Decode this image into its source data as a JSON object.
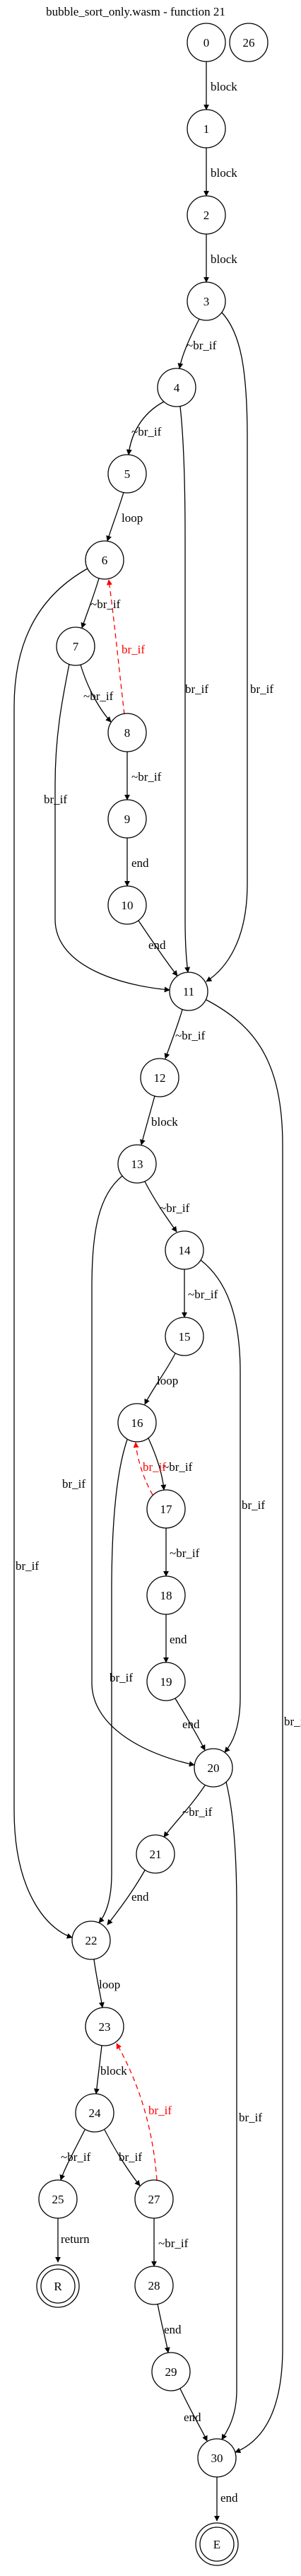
{
  "title": "bubble_sort_only.wasm - function 21",
  "colors": {
    "normal": "#000000",
    "back_edge": "#ff0000"
  },
  "nodes": [
    {
      "id": "0",
      "label": "0"
    },
    {
      "id": "26",
      "label": "26"
    },
    {
      "id": "1",
      "label": "1"
    },
    {
      "id": "2",
      "label": "2"
    },
    {
      "id": "3",
      "label": "3"
    },
    {
      "id": "4",
      "label": "4"
    },
    {
      "id": "5",
      "label": "5"
    },
    {
      "id": "6",
      "label": "6"
    },
    {
      "id": "7",
      "label": "7"
    },
    {
      "id": "8",
      "label": "8"
    },
    {
      "id": "9",
      "label": "9"
    },
    {
      "id": "10",
      "label": "10"
    },
    {
      "id": "11",
      "label": "11"
    },
    {
      "id": "12",
      "label": "12"
    },
    {
      "id": "13",
      "label": "13"
    },
    {
      "id": "14",
      "label": "14"
    },
    {
      "id": "15",
      "label": "15"
    },
    {
      "id": "16",
      "label": "16"
    },
    {
      "id": "17",
      "label": "17"
    },
    {
      "id": "18",
      "label": "18"
    },
    {
      "id": "19",
      "label": "19"
    },
    {
      "id": "20",
      "label": "20"
    },
    {
      "id": "21",
      "label": "21"
    },
    {
      "id": "22",
      "label": "22"
    },
    {
      "id": "23",
      "label": "23"
    },
    {
      "id": "24",
      "label": "24"
    },
    {
      "id": "25",
      "label": "25"
    },
    {
      "id": "27",
      "label": "27"
    },
    {
      "id": "28",
      "label": "28"
    },
    {
      "id": "29",
      "label": "29"
    },
    {
      "id": "30",
      "label": "30"
    },
    {
      "id": "R",
      "label": "R",
      "terminal": true
    },
    {
      "id": "E",
      "label": "E",
      "terminal": true
    }
  ],
  "edges": [
    {
      "from": "0",
      "to": "1",
      "label": "block"
    },
    {
      "from": "1",
      "to": "2",
      "label": "block"
    },
    {
      "from": "2",
      "to": "3",
      "label": "block"
    },
    {
      "from": "3",
      "to": "4",
      "label": "~br_if"
    },
    {
      "from": "3",
      "to": "11",
      "label": "br_if"
    },
    {
      "from": "4",
      "to": "5",
      "label": "~br_if"
    },
    {
      "from": "4",
      "to": "11",
      "label": "br_if"
    },
    {
      "from": "5",
      "to": "6",
      "label": "loop"
    },
    {
      "from": "6",
      "to": "7",
      "label": "~br_if"
    },
    {
      "from": "6",
      "to": "22",
      "label": "br_if"
    },
    {
      "from": "7",
      "to": "8",
      "label": "~br_if"
    },
    {
      "from": "7",
      "to": "11",
      "label": "br_if"
    },
    {
      "from": "8",
      "to": "6",
      "label": "br_if",
      "back": true
    },
    {
      "from": "8",
      "to": "9",
      "label": "~br_if"
    },
    {
      "from": "9",
      "to": "10",
      "label": "end"
    },
    {
      "from": "10",
      "to": "11",
      "label": "end"
    },
    {
      "from": "11",
      "to": "12",
      "label": "~br_if"
    },
    {
      "from": "11",
      "to": "30",
      "label": "br_if"
    },
    {
      "from": "12",
      "to": "13",
      "label": "block"
    },
    {
      "from": "13",
      "to": "14",
      "label": "~br_if"
    },
    {
      "from": "13",
      "to": "20",
      "label": "br_if"
    },
    {
      "from": "14",
      "to": "15",
      "label": "~br_if"
    },
    {
      "from": "14",
      "to": "20",
      "label": "br_if"
    },
    {
      "from": "15",
      "to": "16",
      "label": "loop"
    },
    {
      "from": "16",
      "to": "17",
      "label": "~br_if"
    },
    {
      "from": "16",
      "to": "22",
      "label": "br_if"
    },
    {
      "from": "17",
      "to": "16",
      "label": "br_if",
      "back": true
    },
    {
      "from": "17",
      "to": "18",
      "label": "~br_if"
    },
    {
      "from": "18",
      "to": "19",
      "label": "end"
    },
    {
      "from": "19",
      "to": "20",
      "label": "end"
    },
    {
      "from": "20",
      "to": "21",
      "label": "~br_if"
    },
    {
      "from": "20",
      "to": "30",
      "label": "br_if"
    },
    {
      "from": "21",
      "to": "22",
      "label": "end"
    },
    {
      "from": "22",
      "to": "23",
      "label": "loop"
    },
    {
      "from": "23",
      "to": "24",
      "label": "block"
    },
    {
      "from": "24",
      "to": "25",
      "label": "~br_if"
    },
    {
      "from": "24",
      "to": "27",
      "label": "br_if"
    },
    {
      "from": "25",
      "to": "R",
      "label": "return"
    },
    {
      "from": "27",
      "to": "23",
      "label": "br_if",
      "back": true
    },
    {
      "from": "27",
      "to": "28",
      "label": "~br_if"
    },
    {
      "from": "28",
      "to": "29",
      "label": "end"
    },
    {
      "from": "29",
      "to": "30",
      "label": "end"
    },
    {
      "from": "30",
      "to": "E",
      "label": "end"
    }
  ]
}
